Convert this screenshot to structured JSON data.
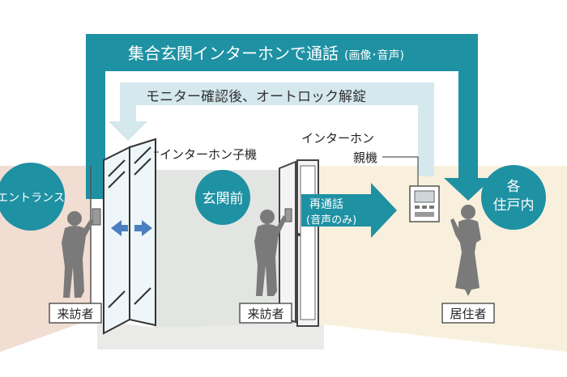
{
  "title_arrow": {
    "label": "集合玄関インターホンで通話",
    "sub": "(画像･音声)"
  },
  "monitor_arrow": {
    "label": "モニター確認後、オートロック解錠"
  },
  "entrance_handset": {
    "label": "インターホン子機"
  },
  "main_unit": {
    "line1": "インターホン",
    "line2": "親機"
  },
  "recall_arrow": {
    "line1": "再通話",
    "line2": "(音声のみ)"
  },
  "zones": {
    "entrance": "エントランス",
    "front_door": "玄関前",
    "residence_line1": "各",
    "residence_line2": "住戸内"
  },
  "people": {
    "visitor_entrance": "来訪者",
    "visitor_door": "来訪者",
    "resident": "居住者"
  },
  "colors": {
    "teal": "#1e91a3",
    "light_blue": "#d4e8ee",
    "entrance_floor": "#f1ddd2",
    "hall_floor": "#e0e3e0",
    "residence_floor": "#f8f0dc",
    "figure": "#7a7a7a",
    "door_arrow": "#4a7fbf"
  }
}
